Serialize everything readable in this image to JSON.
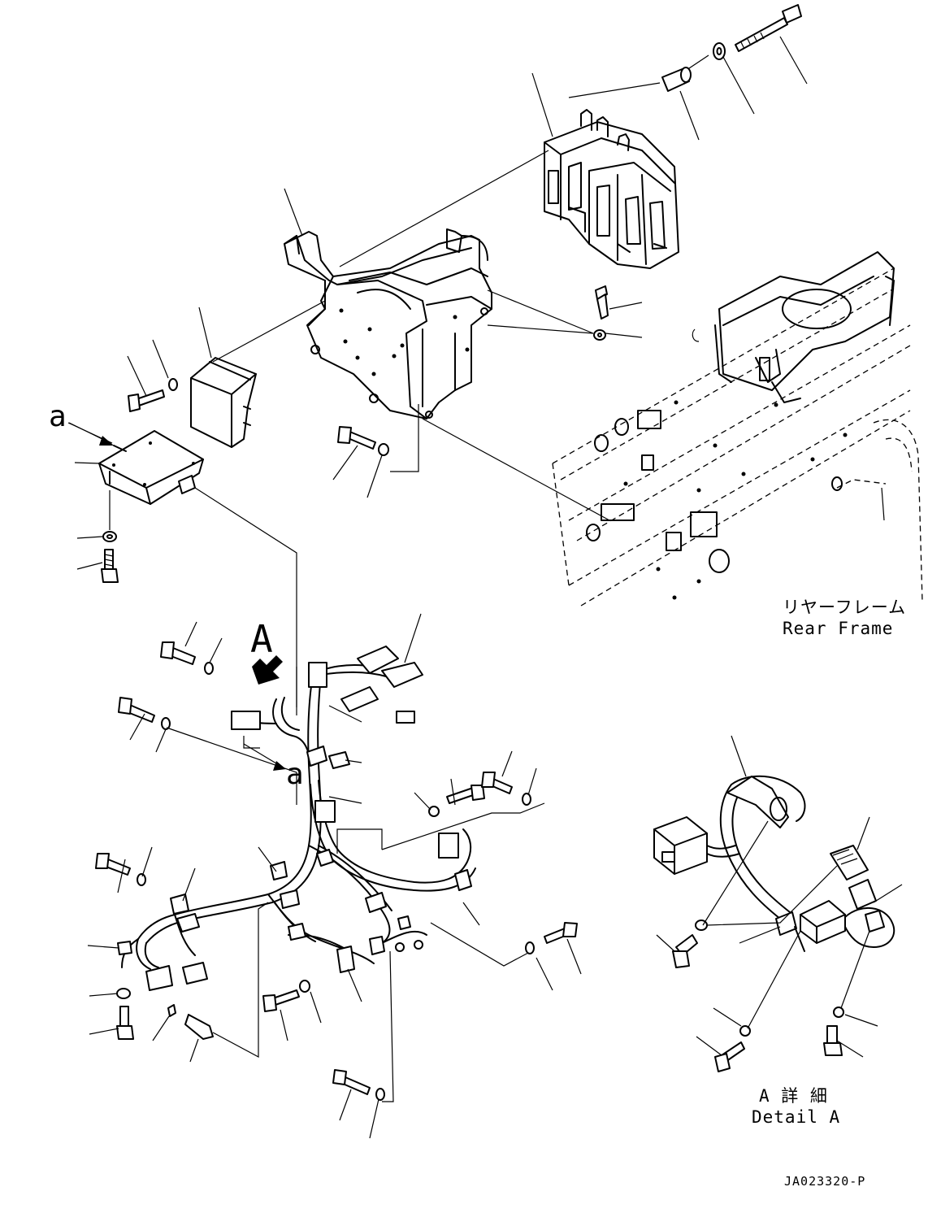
{
  "labels": {
    "view_a": "A",
    "view_ref_a_top": "a",
    "view_ref_a_mid": "a",
    "rear_frame_jp": "リヤーフレーム",
    "rear_frame_en": "Rear Frame",
    "detail_a_jp": "A 詳 細",
    "detail_a_en": "Detail A",
    "drawing_code": "JA023320-P"
  }
}
